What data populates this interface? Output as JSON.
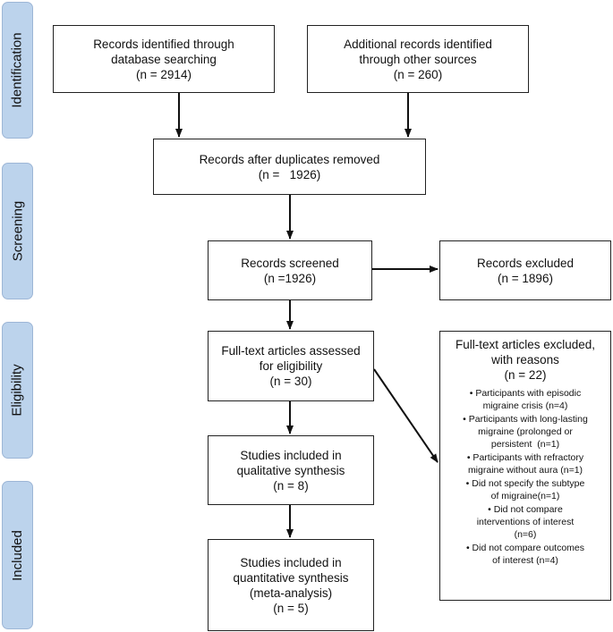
{
  "stages": [
    "Identification",
    "Screening",
    "Eligibility",
    "Included"
  ],
  "boxes": {
    "db_records": [
      "Records identified through",
      "database searching",
      "(n = 2914)"
    ],
    "other_records": [
      "Additional records identified",
      "through other sources",
      "(n = 260)"
    ],
    "after_duplicates": [
      "Records after duplicates removed",
      "(n =   1926)"
    ],
    "screened": [
      "Records screened",
      "(n =1926)"
    ],
    "excluded": [
      "Records excluded",
      "(n = 1896)"
    ],
    "fulltext": [
      "Full-text articles assessed",
      "for eligibility",
      "(n = 30)"
    ],
    "qualitative": [
      "Studies included in",
      "qualitative synthesis",
      "(n = 8)"
    ],
    "quantitative": [
      "Studies included in",
      "quantitative synthesis",
      "(meta-analysis)",
      "(n = 5)"
    ]
  },
  "fulltext_excluded": {
    "header": [
      "Full-text articles excluded,",
      "with reasons",
      "(n = 22)"
    ],
    "reasons": [
      [
        "• Participants with episodic",
        "migraine crisis (n=4)"
      ],
      [
        "• Participants with long-lasting",
        "migraine (prolonged or",
        "persistent  (n=1)"
      ],
      [
        "• Participants with refractory",
        "migraine without aura (n=1)"
      ],
      [
        "• Did not specify the subtype",
        "of migraine(n=1)"
      ],
      [
        "• Did not compare",
        "interventions of interest",
        "(n=6)"
      ],
      [
        "• Did not compare outcomes",
        "of interest (n=4)"
      ]
    ]
  }
}
